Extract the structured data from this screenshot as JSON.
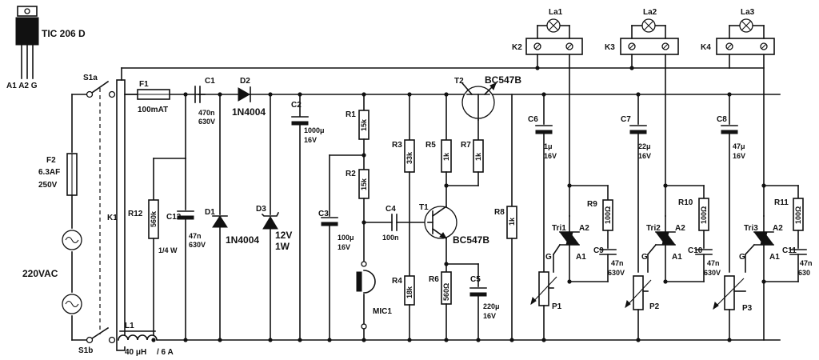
{
  "thyristor_pkg": {
    "label": "TIC 206 D",
    "pins": "A1 A2 G"
  },
  "switch": {
    "a": "S1a",
    "b": "S1b"
  },
  "fuses": {
    "f1": "F1",
    "f1_val": "100mAT",
    "f2": "F2",
    "f2_val1": "6.3AF",
    "f2_val2": "250V"
  },
  "mains": {
    "label": "220VAC"
  },
  "relay": {
    "k1": "K1",
    "k2": "K2",
    "k3": "K3",
    "k4": "K4"
  },
  "lamps": {
    "la1": "La1",
    "la2": "La2",
    "la3": "La3"
  },
  "coil": {
    "name": "L1",
    "val1": "40 μH",
    "val2": "/ 6 A"
  },
  "caps": {
    "c1": "C1",
    "c1_v1": "470n",
    "c1_v2": "630V",
    "c2": "C2",
    "c2_v1": "1000μ",
    "c2_v2": "16V",
    "c3": "C3",
    "c3_v1": "100μ",
    "c3_v2": "16V",
    "c4": "C4",
    "c4_v": "100n",
    "c5": "C5",
    "c5_v1": "220μ",
    "c5_v2": "16V",
    "c6": "C6",
    "c6_v1": "1μ",
    "c6_v2": "16V",
    "c7": "C7",
    "c7_v1": "22μ",
    "c7_v2": "16V",
    "c8": "C8",
    "c8_v1": "47μ",
    "c8_v2": "16V",
    "c9": "C9",
    "c9_v1": "47n",
    "c9_v2": "630V",
    "c10": "C10",
    "c10_v1": "47n",
    "c10_v2": "630V",
    "c11": "C11",
    "c11_v1": "47n",
    "c11_v2": "630",
    "c12": "C12",
    "c12_v1": "47n",
    "c12_v2": "630V"
  },
  "diodes": {
    "d1": "D1",
    "d1_v": "1N4004",
    "d2": "D2",
    "d2_v": "1N4004",
    "d3": "D3",
    "d3_v1": "12V",
    "d3_v2": "1W"
  },
  "resistors": {
    "r1": "R1",
    "r1_v": "15k",
    "r2": "R2",
    "r2_v": "15k",
    "r3": "R3",
    "r3_v": "33k",
    "r4": "R4",
    "r4_v": "18k",
    "r5": "R5",
    "r5_v": "1k",
    "r6": "R6",
    "r6_v": "560Ω",
    "r7": "R7",
    "r7_v": "1k",
    "r8": "R8",
    "r8_v": "1k",
    "r9": "R9",
    "r9_v": "100Ω",
    "r10": "R10",
    "r10_v": "100Ω",
    "r11": "R11",
    "r11_v": "100Ω",
    "r12": "R12",
    "r12_v1": "560k",
    "r12_v2": "1/4 W"
  },
  "transistors": {
    "t1": "T1",
    "t1_v": "BC547B",
    "t2": "T2",
    "t2_v": "BC547B"
  },
  "mic": {
    "label": "MIC1"
  },
  "pots": {
    "p1": "P1",
    "p2": "P2",
    "p3": "P3"
  },
  "triacs": {
    "tri1": "Tri1",
    "tri2": "Tri2",
    "tri3": "Tri3",
    "a1": "A1",
    "a2": "A2",
    "g": "G"
  }
}
